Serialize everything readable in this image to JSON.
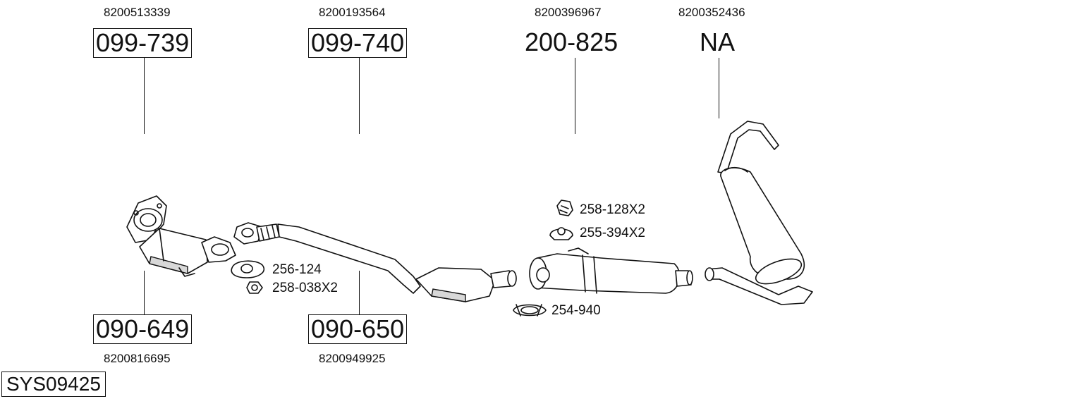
{
  "top_parts": [
    {
      "oe": "8200513339",
      "code": "099-739"
    },
    {
      "oe": "8200193564",
      "code": "099-740"
    },
    {
      "oe": "8200396967",
      "code": "200-825"
    },
    {
      "oe": "8200352436",
      "code": "NA"
    }
  ],
  "bottom_parts": [
    {
      "code": "090-649",
      "oe": "8200816695"
    },
    {
      "code": "090-650",
      "oe": "8200949925"
    }
  ],
  "accessories": [
    {
      "code": "256-124",
      "icon": "gasket-icon"
    },
    {
      "code": "258-038X2",
      "icon": "nut-icon"
    },
    {
      "code": "258-128X2",
      "icon": "bracket-icon"
    },
    {
      "code": "255-394X2",
      "icon": "rubber-mount-icon"
    },
    {
      "code": "254-940",
      "icon": "clamp-icon"
    }
  ],
  "system_code": "SYS09425"
}
